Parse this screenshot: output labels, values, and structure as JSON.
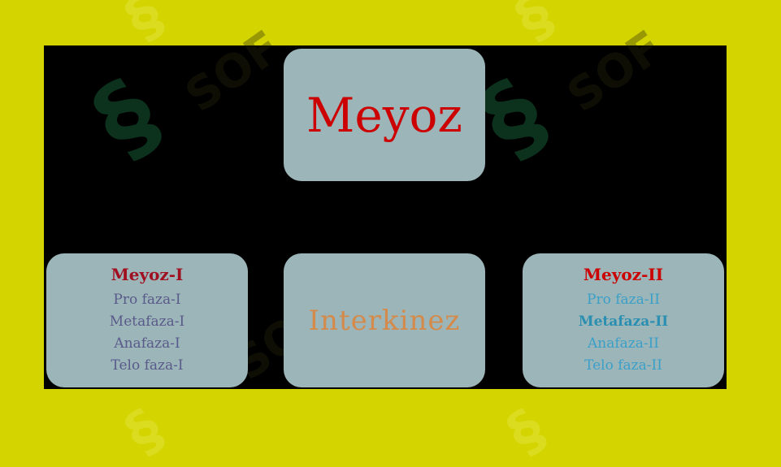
{
  "diagram": {
    "root": {
      "label": "Meyoz"
    },
    "left": {
      "title": "Meyoz-I",
      "items": [
        "Pro faza-I",
        "Metafaza-I",
        "Anafaza-I",
        "Telo faza-I"
      ]
    },
    "middle": {
      "label": "Interkinez"
    },
    "right": {
      "title": "Meyoz-II",
      "items": [
        "Pro faza-II",
        "Metafaza-II",
        "Anafaza-II",
        "Telo faza-II"
      ]
    }
  },
  "watermark": {
    "text": "SOF"
  },
  "colors": {
    "background": "#d4d400",
    "panel": "#000000",
    "box": "#9bb5b9",
    "root_text": "#cc0000",
    "interkinez_text": "#d58a4a",
    "left_title": "#a01020",
    "left_items": "#5a5a8a",
    "right_title": "#cc0000",
    "right_items": "#3aa0c8"
  }
}
